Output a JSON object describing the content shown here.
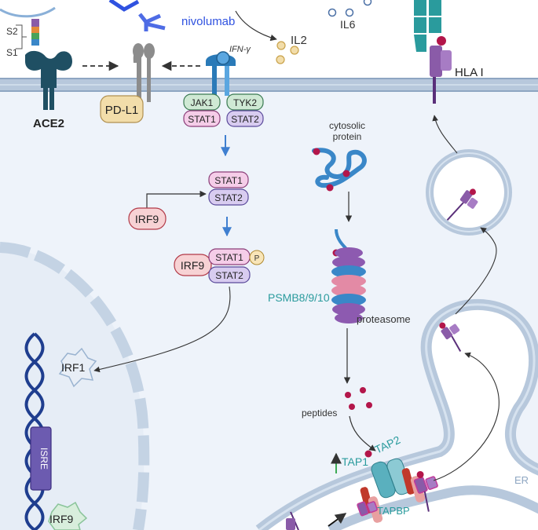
{
  "labels": {
    "s2": "S2",
    "s1": "S1",
    "ace2": "ACE2",
    "pdl1": "PD-L1",
    "nivolumab": "nivolumab",
    "ifng": "IFN-γ",
    "il2": "IL2",
    "il6": "IL6",
    "hla": "HLA I",
    "jak1": "JAK1",
    "tyk2": "TYK2",
    "stat1": "STAT1",
    "stat2": "STAT2",
    "irf9": "IRF9",
    "p": "P",
    "cytosolic_protein": [
      "cytosolic",
      "protein"
    ],
    "psmb": "PSMB8/9/10",
    "proteasome": "proteasome",
    "peptides": "peptides",
    "tap1": "TAP1",
    "tap2": "TAP2",
    "tapbp": "TAPBP",
    "er": "ER",
    "irf1": "IRF1",
    "isre": "ISRE",
    "irf9_gene": "IRF9"
  },
  "colors": {
    "background": "#ffffff",
    "cytoplasm": "#eef3fa",
    "membrane": "#b7c8dc",
    "membrane_edge": "#8ea6c2",
    "nucleus": "#e6edf6",
    "nucleus_edge": "#c4d3e4",
    "er_lumen": "#ffffff",
    "dna": "#1f3e8f",
    "isre_box": "#6c5bb0",
    "jak_green": "#cfe9d4",
    "stat1_pink": "#f5cde8",
    "stat2_purple": "#d8ccf0",
    "irf9_red": "#f7d2d4",
    "pdl1_tan": "#f2ddaa",
    "nivolumab_blue": "#2f52e0",
    "hla_purple": "#8a5ba8",
    "hla_teal": "#2a9b9d",
    "teal_text": "#2a9b9d",
    "peptide": "#b3164a",
    "proteasome_blue": "#3a87c8",
    "proteasome_pink": "#e38aa5",
    "proteasome_purple": "#8d5ab0",
    "tap_teal": "#5ab0be",
    "tapbp_salmon": "#e8a0a0",
    "arrow_blue": "#3f7fd0",
    "upregulation_green": "#3daa55"
  },
  "icons": [
    "ace2-receptor-icon",
    "spike-protein-icon",
    "pd-l1-icon",
    "ifn-gamma-receptor-icon",
    "nivolumab-antibody-icon",
    "cytokine-icon",
    "hla-class-i-icon",
    "proteasome-icon",
    "tap-transporter-icon",
    "vesicle-icon",
    "dna-helix-icon",
    "upregulation-arrow-icon"
  ]
}
